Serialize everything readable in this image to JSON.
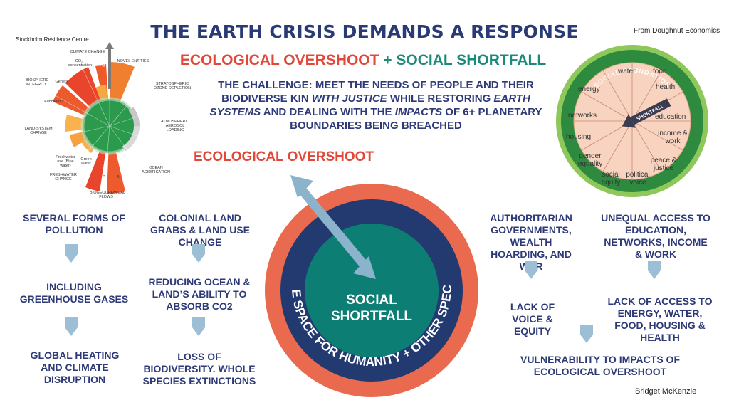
{
  "header": {
    "title": "THE EARTH CRISIS DEMANDS A RESPONSE",
    "subtitle_part1": "ECOLOGICAL OVERSHOOT",
    "subtitle_plus": "+",
    "subtitle_part2": "SOCIAL SHORTFALL",
    "credit": "From Doughnut Economics"
  },
  "challenge": {
    "line1": "THE CHALLENGE: MEET THE NEEDS OF PEOPLE AND THEIR",
    "line2a": "BIODIVERSE KIN ",
    "line2b": "WITH JUSTICE",
    "line2c": " WHILE RESTORING ",
    "line2d": "EARTH",
    "line3a": "SYSTEMS",
    "line3b": " AND DEALING WITH THE ",
    "line3c": "IMPACTS",
    "line3d": " OF 6+ PLANETARY",
    "line4": "BOUNDARIES BEING BREACHED"
  },
  "ecological_overshoot_label": "ECOLOGICAL OVERSHOOT",
  "stockholm": {
    "credit": "Stockholm Resilience Centre",
    "labels": {
      "climate": "CLIMATE CHANGE",
      "co2": "CO₂ concentration",
      "radiative": "Radiative forcing",
      "novel": "NOVEL ENTITIES",
      "ozone": "STRATOSPHERIC OZONE DEPLETION",
      "aerosol": "ATMOSPHERIC AEROSOL LOADING",
      "ocean": "OCEAN ACIDIFICATION",
      "biogeo": "BIOGEOCHEMICAL FLOWS",
      "freshwater": "FRESHWATER CHANGE",
      "blue": "Freshwater use (Blue water)",
      "green": "Green water",
      "landsys": "LAND-SYSTEM CHANGE",
      "biosphere": "BIOSPHERE INTEGRITY",
      "genetic": "Genetic",
      "functional": "Functional",
      "p": "P",
      "n": "N"
    }
  },
  "doughnut_right": {
    "ring_label": "SOCIAL FOUNDATION",
    "arrow_label": "SHORTFALL",
    "items": {
      "water": "water",
      "food": "food",
      "health": "health",
      "energy": "energy",
      "education": "education",
      "networks": "networks",
      "income": "income & work",
      "housing": "housing",
      "peace": "peace & justice",
      "gender": "gender equality",
      "social": "social equity",
      "political": "political voice"
    }
  },
  "center_circle": {
    "label": "SOCIAL SHORTFALL",
    "ring_text": "SAFE SPACE FOR HUMANITY + OTHER SPECIES"
  },
  "left_flows": {
    "col1": [
      "SEVERAL FORMS OF POLLUTION",
      "INCLUDING GREENHOUSE GASES",
      "GLOBAL HEATING AND CLIMATE DISRUPTION"
    ],
    "col2": [
      "COLONIAL LAND GRABS & LAND USE CHANGE",
      "REDUCING OCEAN & LAND’S ABILITY TO ABSORB CO2",
      "LOSS OF BIODIVERSITY. WHOLE SPECIES EXTINCTIONS"
    ]
  },
  "right_flows": {
    "col1": [
      "AUTHORITARIAN GOVERNMENTS, WEALTH HOARDING, AND WAR",
      "LACK OF VOICE & EQUITY"
    ],
    "col2": [
      "UNEQUAL ACCESS TO EDUCATION, NETWORKS, INCOME & WORK",
      "LACK OF ACCESS TO ENERGY, WATER, FOOD, HOUSING & HEALTH"
    ],
    "result": "VULNERABILITY TO IMPACTS OF ECOLOGICAL OVERSHOOT"
  },
  "author": "Bridget McKenzie",
  "colors": {
    "navy": "#2e3a78",
    "red": "#e2483a",
    "teal": "#1b8a7a",
    "arrow": "#8bb3cc",
    "ring_orange": "#ea6a50",
    "ring_navy": "#233a70",
    "inner_teal": "#0c7e74",
    "doughnut_green": "#2e8a3e"
  }
}
